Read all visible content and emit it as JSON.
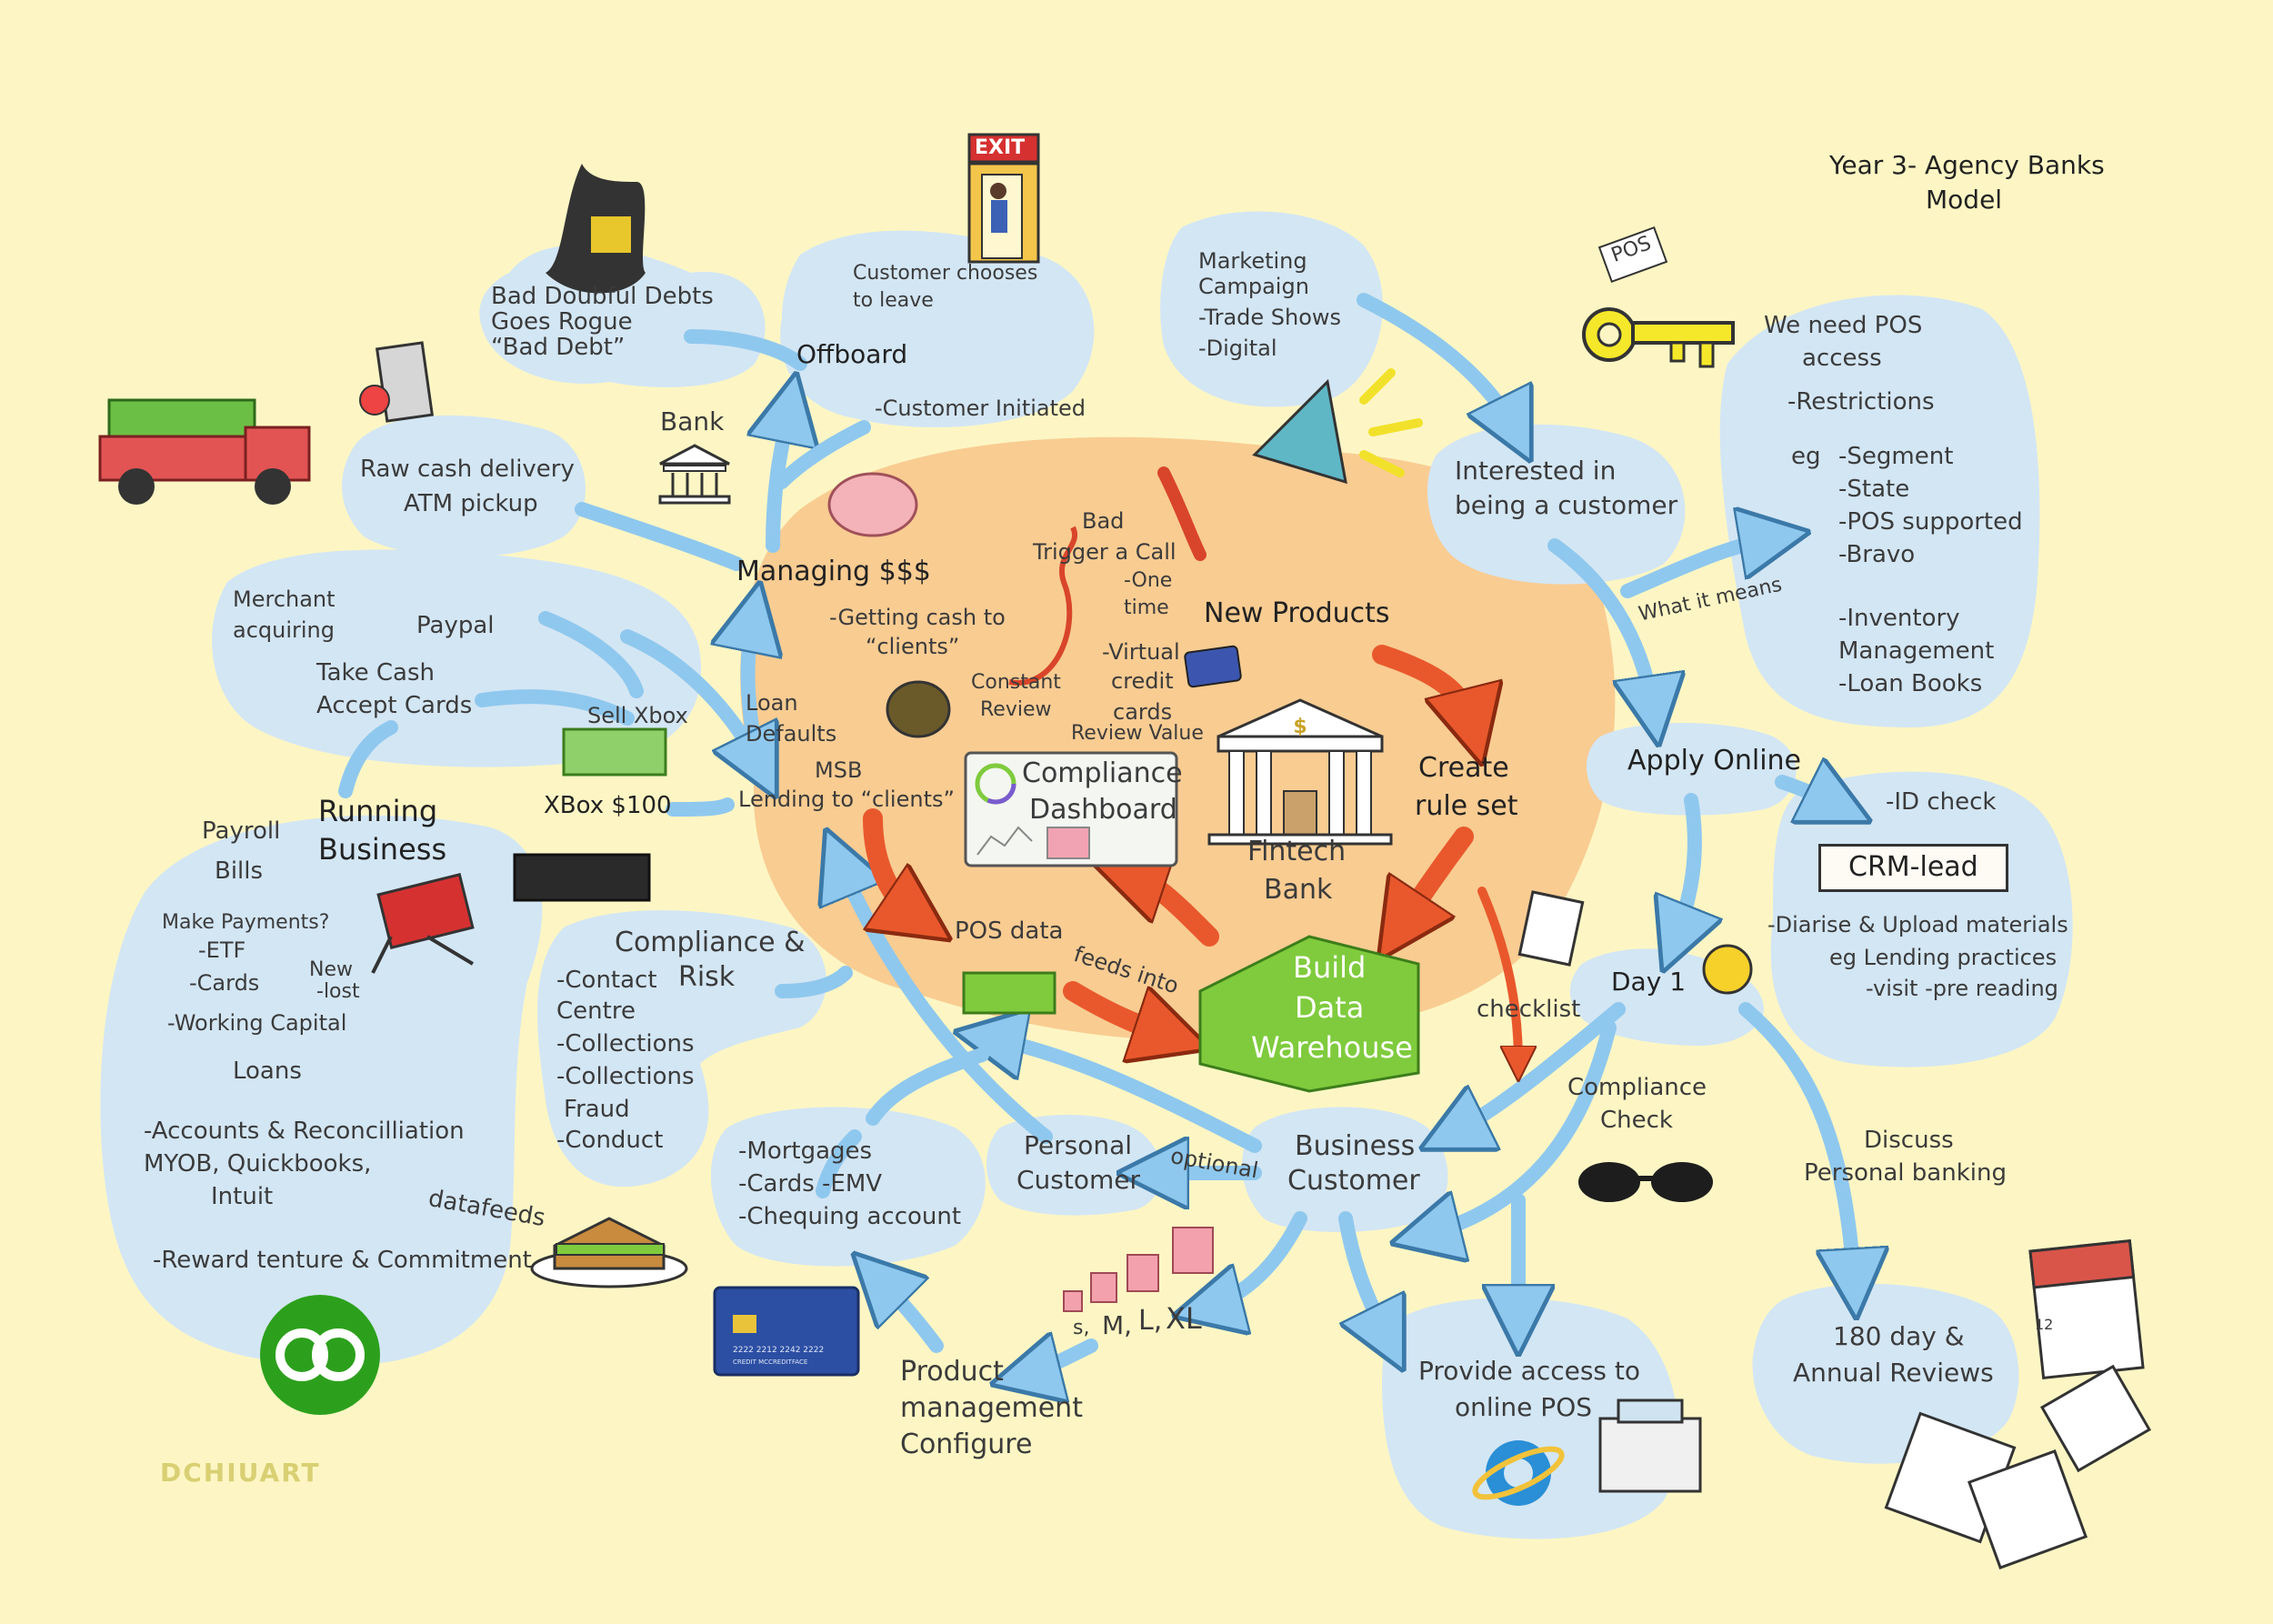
{
  "title": {
    "line1": "Year 3- Agency Banks",
    "line2": "Model"
  },
  "exit_sign": "EXIT",
  "pos_tag": "POS",
  "offboard": {
    "bad_debts": [
      "Bad Doubful Debts",
      "Goes Rogue",
      "“Bad Debt”"
    ],
    "customer_leave": [
      "Customer chooses",
      "to leave"
    ],
    "offboard_label": "Offboard",
    "customer_initiated": "-Customer Initiated"
  },
  "marketing": [
    "Marketing",
    "Campaign",
    "-Trade Shows",
    "-Digital"
  ],
  "interested": [
    "Interested in",
    "being a customer"
  ],
  "pos_access": {
    "heading": [
      "We need POS",
      "access"
    ],
    "restrictions": "-Restrictions",
    "eg": "eg",
    "items": [
      "-Segment",
      "-State",
      "-POS supported",
      "-Bravo"
    ],
    "inventory": [
      "-Inventory",
      "Management"
    ],
    "loan_books": "-Loan Books"
  },
  "what_it_means": "What it means",
  "bank_label": "Bank",
  "raw_cash": [
    "Raw cash delivery",
    "ATM pickup"
  ],
  "managing": "Managing $$$",
  "getting_cash": [
    "-Getting cash to",
    "“clients”"
  ],
  "bad_trigger": [
    "Bad",
    "Trigger a Call",
    "-One",
    "time"
  ],
  "constant_review": [
    "Constant",
    "Review"
  ],
  "virtual_cards": [
    "-Virtual",
    "credit",
    "cards"
  ],
  "review_value": "Review Value",
  "new_products": "New Products",
  "create_rule": [
    "Create",
    "rule set"
  ],
  "apply_online": "Apply Online",
  "id_check": "-ID check",
  "crm_lead": "CRM-lead",
  "diarise": [
    "-Diarise & Upload materials",
    "eg Lending practices",
    "-visit  -pre reading"
  ],
  "merchant": {
    "merchant_acquiring": [
      "Merchant",
      "acquiring"
    ],
    "paypal": "Paypal",
    "take_cash": [
      "Take Cash",
      "Accept Cards"
    ],
    "sell_xbox": "Sell Xbox",
    "xbox_price": "XBox $100"
  },
  "loan_defaults": [
    "Loan",
    "Defaults"
  ],
  "msb": [
    "MSB",
    "Lending to “clients”"
  ],
  "compliance_dashboard": [
    "Compliance",
    "Dashboard"
  ],
  "fintech_bank": [
    "Fintech",
    "Bank"
  ],
  "running_business": {
    "heading": [
      "Running",
      "Business"
    ],
    "payroll": "Payroll",
    "bills": "Bills",
    "make_payments": "Make Payments?",
    "etf": "-ETF",
    "cards": "-Cards",
    "new_lost": [
      "New",
      "-lost"
    ],
    "working_capital": "-Working Capital",
    "loans": "Loans",
    "accounts": [
      "-Accounts & Reconcilliation",
      "MYOB, Quickbooks,",
      "Intuit"
    ],
    "datafeeds": "datafeeds",
    "reward": "-Reward tenture & Commitment"
  },
  "compliance_risk": {
    "heading": [
      "Compliance &",
      "Risk"
    ],
    "items": [
      "-Contact",
      "Centre",
      "-Collections",
      "-Collections",
      "Fraud",
      "-Conduct"
    ]
  },
  "pos_data": "POS data",
  "feeds_into": "feeds into",
  "data_warehouse": [
    "Build",
    "Data",
    "Warehouse"
  ],
  "checklist": "checklist",
  "day1": "Day 1",
  "compliance_check": [
    "Compliance",
    "Check"
  ],
  "discuss": [
    "Discuss",
    "Personal banking"
  ],
  "products": [
    "-Mortgages",
    "-Cards -EMV",
    "-Chequing account"
  ],
  "personal_customer": [
    "Personal",
    "Customer"
  ],
  "optional": "optional",
  "business_customer": [
    "Business",
    "Customer"
  ],
  "sizes": {
    "s": "s,",
    "m": "M,",
    "l": "L,",
    "xl": "XL"
  },
  "product_mgmt": [
    "Product",
    "management",
    "Configure"
  ],
  "provide_access": [
    "Provide access to",
    "online POS"
  ],
  "reviews": [
    "180 day &",
    "Annual Reviews"
  ],
  "card_text": [
    "2222  2212  2242  2222",
    "CREDIT MCCREDITFACE"
  ],
  "calendar_day": "12",
  "watermark": "DCHIUART",
  "colors": {
    "background": "#fdf6c4",
    "cloud": "#d3e6f4",
    "core": "#f9cc92",
    "blue_arrow": "#8fc8ee",
    "red_arrow": "#e9582c",
    "green": "#7fcb3d"
  }
}
